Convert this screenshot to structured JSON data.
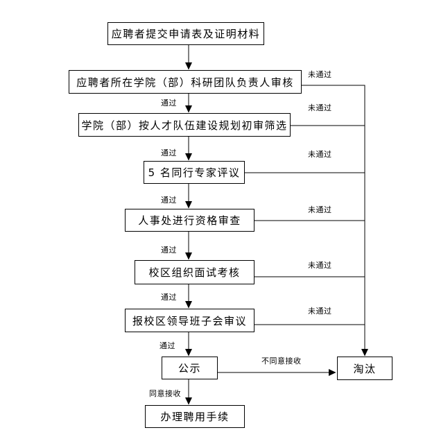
{
  "diagram": {
    "kind": "flowchart",
    "colors": {
      "background": "#ffffff",
      "line": "#000000",
      "text": "#000000"
    },
    "boxes": [
      {
        "id": "submit-materials",
        "label": "应聘者提交申请表及证明材料"
      },
      {
        "id": "team-leader-review",
        "label": "应聘者所在学院（部）科研团队负责人审核"
      },
      {
        "id": "college-initial-screening",
        "label": "学院（部）按人才队伍建设规划初审筛选"
      },
      {
        "id": "peer-expert-review",
        "label": "5 名同行专家评议"
      },
      {
        "id": "hr-qualification-review",
        "label": "人事处进行资格审查"
      },
      {
        "id": "campus-interview",
        "label": "校区组织面试考核"
      },
      {
        "id": "leadership-deliberation",
        "label": "报校区领导班子会审议"
      },
      {
        "id": "public-announcement",
        "label": "公示"
      },
      {
        "id": "hiring-procedures",
        "label": "办理聘用手续"
      },
      {
        "id": "eliminated",
        "label": "淘汰"
      }
    ],
    "edge_labels": {
      "pass": "通过",
      "fail": "未通过",
      "agree": "同意接收",
      "disagree": "不同意接收"
    }
  }
}
